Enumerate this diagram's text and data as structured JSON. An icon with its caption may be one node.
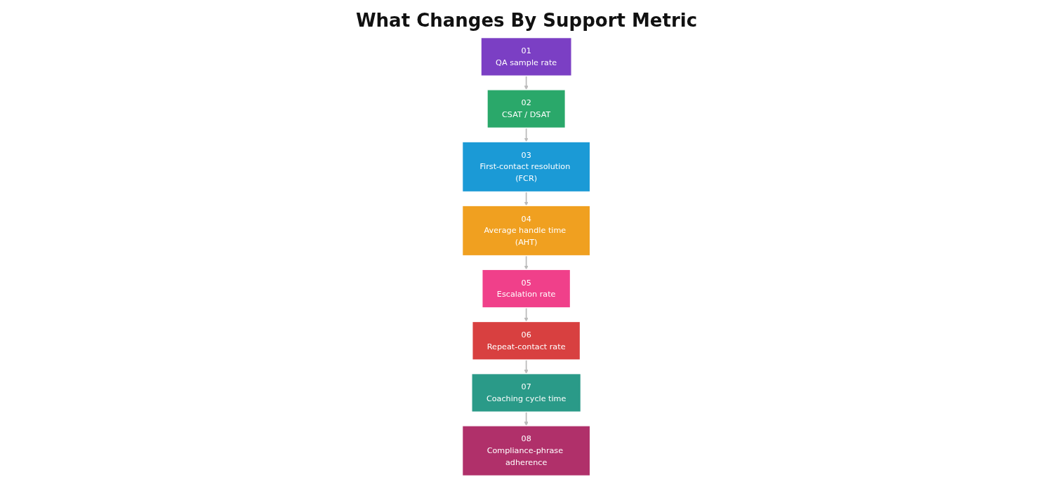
{
  "diagram": {
    "title": "What Changes By Support Metric",
    "nodes": [
      {
        "text": [
          "01",
          "QA sample rate"
        ]
      },
      {
        "text": [
          "02",
          "CSAT / DSAT"
        ]
      },
      {
        "text": [
          "03",
          "First-contact resolution (FCR)"
        ]
      },
      {
        "text": [
          "04",
          "Average handle time (AHT)"
        ]
      },
      {
        "text": [
          "05",
          "Escalation rate"
        ]
      },
      {
        "text": [
          "06",
          "Repeat-contact rate"
        ]
      },
      {
        "text": [
          "07",
          "Coaching cycle time"
        ]
      },
      {
        "text": [
          "08",
          "Compliance-phrase adherence"
        ]
      }
    ],
    "edges": [
      {
        "from": 0,
        "to": 1,
        "arrow": "to"
      },
      {
        "from": 1,
        "to": 2,
        "arrow": "to"
      },
      {
        "from": 2,
        "to": 3,
        "arrow": "to"
      },
      {
        "from": 3,
        "to": 4,
        "arrow": "to"
      },
      {
        "from": 4,
        "to": 5,
        "arrow": "to"
      },
      {
        "from": 5,
        "to": 6,
        "arrow": "to"
      },
      {
        "from": 6,
        "to": 7,
        "arrow": "to"
      }
    ]
  }
}
